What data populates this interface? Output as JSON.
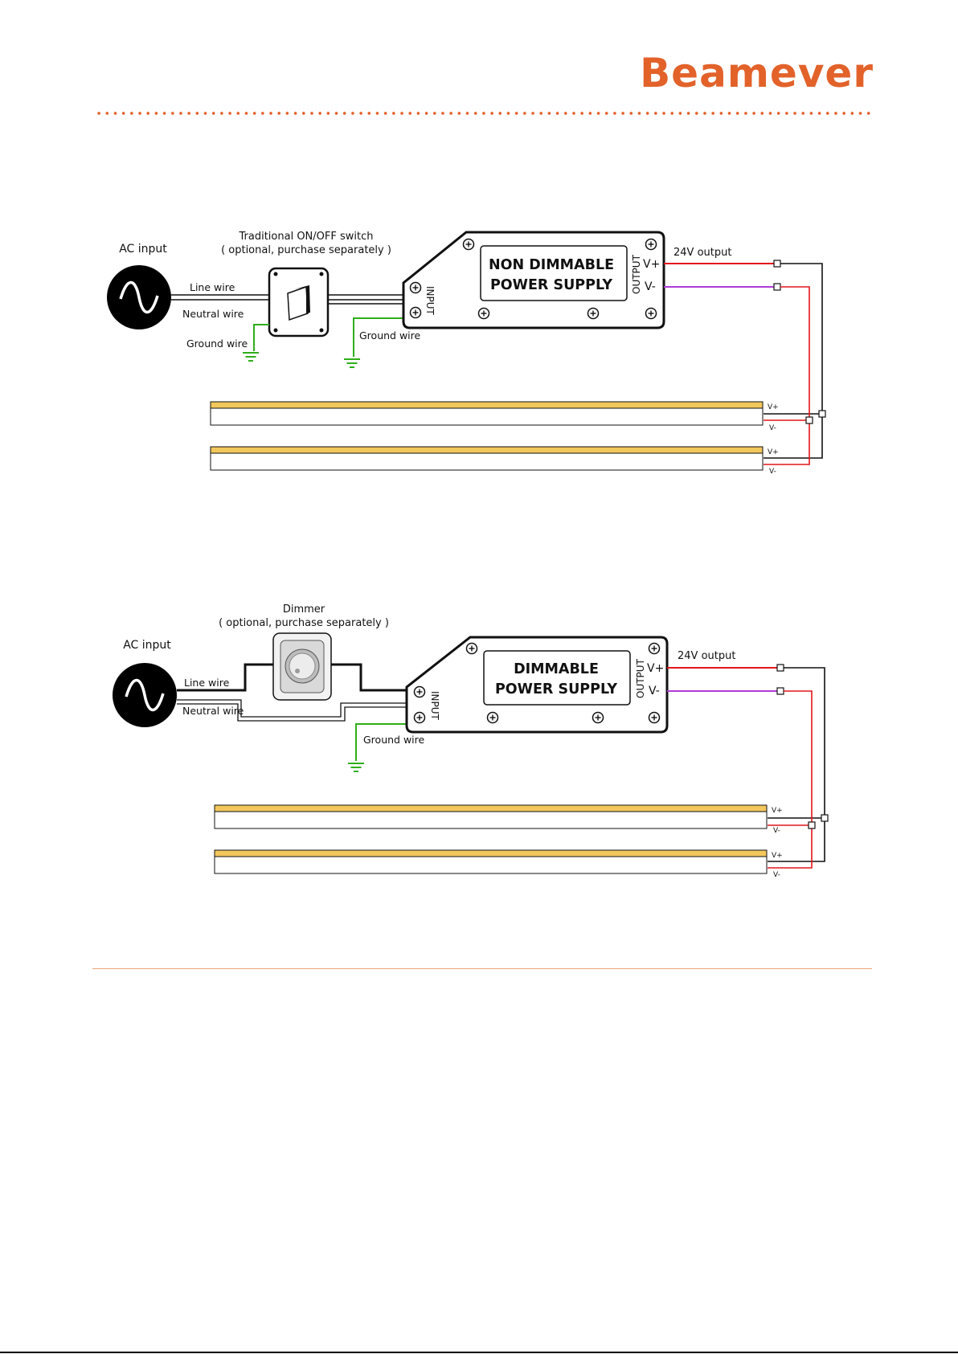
{
  "brand": {
    "name": "Beamever",
    "accent_color": "#E2622A"
  },
  "diagram_1": {
    "ac_input": "AC input",
    "switch_title": "Traditional ON/OFF switch",
    "switch_note": "( optional, purchase separately )",
    "line_wire": "Line wire",
    "neutral_wire": "Neutral wire",
    "ground_wire_left": "Ground wire",
    "ground_wire_psu": "Ground wire",
    "psu_line1": "NON DIMMABLE",
    "psu_line2": "POWER SUPPLY",
    "input_label": "INPUT",
    "output_label": "OUTPUT",
    "vplus": "V+",
    "vminus": "V-",
    "output_voltage": "24V output",
    "strip1_vplus": "V+",
    "strip1_vminus": "V-",
    "strip2_vplus": "V+",
    "strip2_vminus": "V-"
  },
  "diagram_2": {
    "ac_input": "AC input",
    "dimmer_title": "Dimmer",
    "dimmer_note": "( optional, purchase separately )",
    "line_wire": "Line wire",
    "neutral_wire": "Neutral wire",
    "ground_wire": "Ground wire",
    "psu_line1": "DIMMABLE",
    "psu_line2": "POWER SUPPLY",
    "input_label": "INPUT",
    "output_label": "OUTPUT",
    "vplus": "V+",
    "vminus": "V-",
    "output_voltage": "24V output",
    "strip1_vplus": "V+",
    "strip1_vminus": "V-",
    "strip2_vplus": "V+",
    "strip2_vminus": "V-"
  },
  "colors": {
    "positive_wire": "#E3161C",
    "negative_wire": "#B13BD8",
    "ground_wire": "#2FAE1A",
    "strip_yellow": "#F2C75C"
  }
}
